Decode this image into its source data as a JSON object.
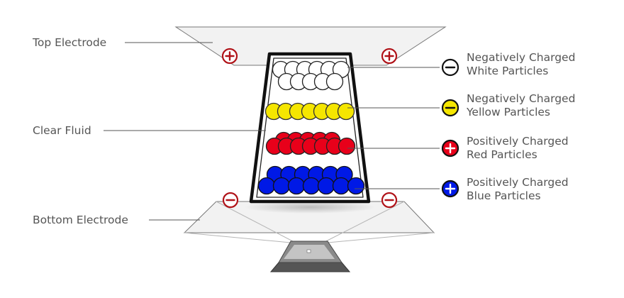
{
  "labels": {
    "top_electrode": "Top Electrode",
    "clear_fluid": "Clear Fluid",
    "bottom_electrode": "Bottom Electrode"
  },
  "particle_legend": [
    {
      "line1": "Negatively Charged",
      "line2": "White Particles",
      "sign": "-",
      "color": "#ffffff",
      "icon": "minus-circle-icon"
    },
    {
      "line1": "Negatively Charged",
      "line2": "Yellow Particles",
      "sign": "-",
      "color": "#f5e600",
      "icon": "minus-circle-icon"
    },
    {
      "line1": "Positively Charged",
      "line2": "Red Particles",
      "sign": "+",
      "color": "#e8001a",
      "icon": "plus-circle-icon"
    },
    {
      "line1": "Positively Charged",
      "line2": "Blue Particles",
      "sign": "+",
      "color": "#0019e6",
      "icon": "plus-circle-icon"
    }
  ],
  "electrode_signs": {
    "top": "+",
    "bottom": "-"
  },
  "colors": {
    "white_particle": "#ffffff",
    "yellow_particle": "#f5e600",
    "red_particle": "#e8001a",
    "blue_particle": "#0019e6",
    "electrode_charge": "#b01218",
    "electrode_fill": "#f2f2f2",
    "label_text": "#555555"
  }
}
